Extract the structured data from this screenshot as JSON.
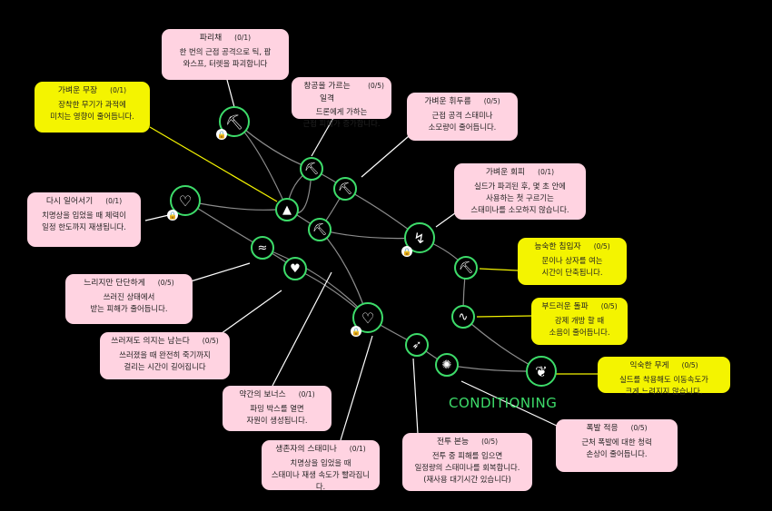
{
  "section_label": "CONDITIONING",
  "perks": [
    {
      "id": "pachae",
      "title": "파리채",
      "count": "(0/1)",
      "desc": "한 번의 근접 공격으로 틱, 팝\n와스프, 터렛을 파괴합니다",
      "color": "pink",
      "icon": "pickaxe-icon"
    },
    {
      "id": "changgong",
      "title": "창공을 가르는 일격",
      "count": "(0/5)",
      "desc": "드론에게 가하는\n근접 피해가 증가합니다.",
      "color": "pink",
      "icon": "pickaxe-icon"
    },
    {
      "id": "gabyeoun-mujang",
      "title": "가벼운 무장",
      "count": "(0/1)",
      "desc": "장착한 무기가 과적에\n미치는 영향이 줄어듭니다.",
      "color": "yellow",
      "icon": "weight-icon"
    },
    {
      "id": "gabyeoun-hwiduruem",
      "title": "가벼운 휘두름",
      "count": "(0/5)",
      "desc": "근접 공격 스태미나\n소모량이 줄어듭니다.",
      "color": "pink",
      "icon": "pickaxe-icon"
    },
    {
      "id": "gabyeoun-hoepi",
      "title": "가벼운 회피",
      "count": "(0/1)",
      "desc": "실드가 파괴된 후, 몇 초 안에\n사용하는 첫 구르기는\n스태미나를 소모하지 않습니다.",
      "color": "pink",
      "icon": "dodge-icon"
    },
    {
      "id": "dasi-ireoseogi",
      "title": "다시 일어서기",
      "count": "(0/1)",
      "desc": "치명상을 입었을 때 체력이\n일정 한도까지 재생됩니다.",
      "color": "pink",
      "icon": "heart-refresh-icon"
    },
    {
      "id": "neungsukhan-chimipja",
      "title": "능숙한 침입자",
      "count": "(0/5)",
      "desc": "문이나 상자를 여는\n시간이 단축됩니다.",
      "color": "yellow",
      "icon": "pickaxe-icon"
    },
    {
      "id": "neurijiman",
      "title": "느리지만 단단하게",
      "count": "(0/5)",
      "desc": "쓰러진 상태에서\n받는 피해가 줄어듭니다.",
      "color": "pink",
      "icon": "crawl-icon"
    },
    {
      "id": "budeureoun-dolpa",
      "title": "부드러운 돌파",
      "count": "(0/5)",
      "desc": "강제 개방 할 때\n소음이 줄어듭니다.",
      "color": "yellow",
      "icon": "pulse-icon"
    },
    {
      "id": "sseureojyeodo",
      "title": "쓰러져도 의지는 남는다",
      "count": "(0/5)",
      "desc": "쓰러졌을 때 완전히 죽기까지\n걸리는 시간이 길어집니다",
      "color": "pink",
      "icon": "heart-icon"
    },
    {
      "id": "iksukhan-mugye",
      "title": "익숙한 무게",
      "count": "(0/5)",
      "desc": "실드를 착용해도 이동속도가\n크게 느려지지 않습니다.",
      "color": "yellow",
      "icon": "feather-icon"
    },
    {
      "id": "yakganui-bonus",
      "title": "약간의 보너스",
      "count": "(0/1)",
      "desc": "파밍 박스를 열면\n자원이 생성됩니다.",
      "color": "pink",
      "icon": "heart-pulse-icon"
    },
    {
      "id": "pokbal-jeogeung",
      "title": "폭발 적응",
      "count": "(0/5)",
      "desc": "근처 폭발에 대한 청력\n손상이 줄어듭니다.",
      "color": "pink",
      "icon": "blast-icon"
    },
    {
      "id": "jeontu-boneung",
      "title": "전투 본능",
      "count": "(0/5)",
      "desc": "전투 중 피해를 입으면\n일정량의 스태미나를 회복합니다.\n(재사용 대기시간 있습니다)",
      "color": "pink",
      "icon": "runner-icon"
    },
    {
      "id": "saengjonja",
      "title": "생존자의 스태미나",
      "count": "(0/1)",
      "desc": "치명상을 입었을 때\n스태미나 재생 속도가 빨라집니다.",
      "color": "pink",
      "icon": "heart-pulse-icon"
    }
  ]
}
